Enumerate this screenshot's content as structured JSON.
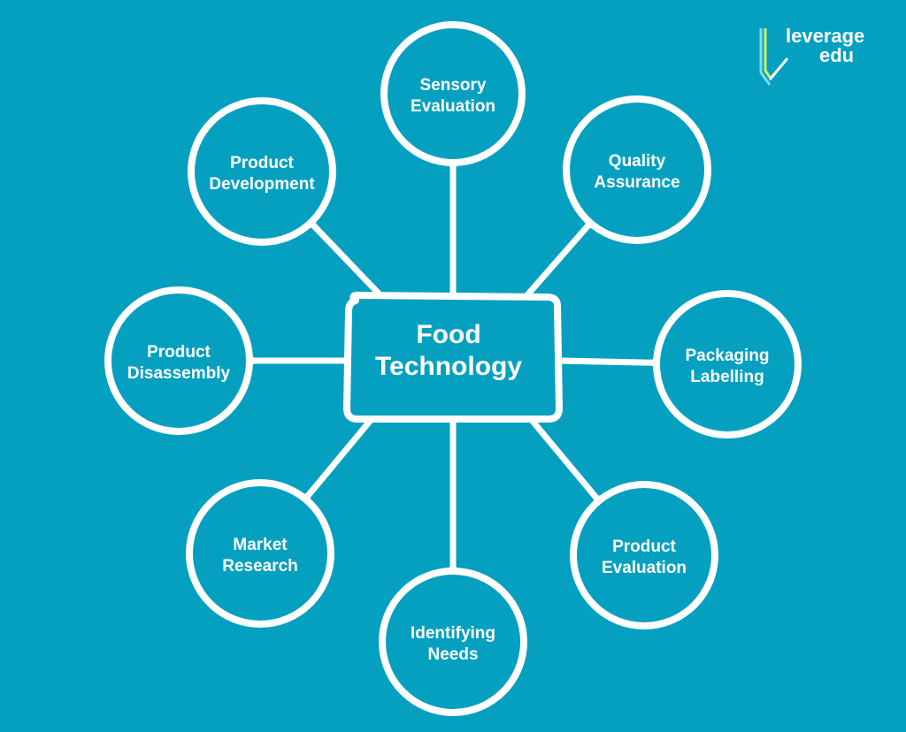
{
  "center": {
    "line1": "Food",
    "line2": "Technology"
  },
  "nodes": [
    {
      "id": "sensory-evaluation",
      "line1": "Sensory",
      "line2": "Evaluation"
    },
    {
      "id": "quality-assurance",
      "line1": "Quality",
      "line2": "Assurance"
    },
    {
      "id": "packaging-labelling",
      "line1": "Packaging",
      "line2": "Labelling"
    },
    {
      "id": "product-evaluation",
      "line1": "Product",
      "line2": "Evaluation"
    },
    {
      "id": "identifying-needs",
      "line1": "Identifying",
      "line2": "Needs"
    },
    {
      "id": "market-research",
      "line1": "Market",
      "line2": "Research"
    },
    {
      "id": "product-disassembly",
      "line1": "Product",
      "line2": "Disassembly"
    },
    {
      "id": "product-development",
      "line1": "Product",
      "line2": "Development"
    }
  ],
  "logo": {
    "line1": "leverage",
    "line2": "edu"
  },
  "colors": {
    "background": "#05a0c0",
    "stroke": "#ffffff"
  }
}
